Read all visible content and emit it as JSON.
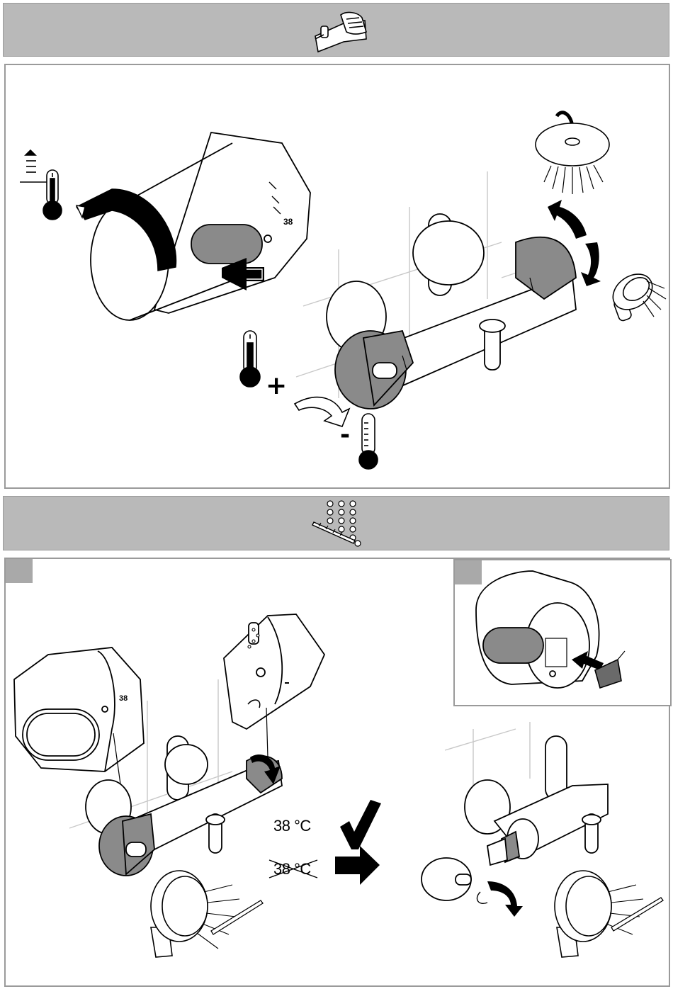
{
  "sections": {
    "operation": {
      "header_icon": "shower-bar-grip-icon"
    },
    "adjustment": {
      "header_icon": "dotted-thermometer-calibration-icon"
    }
  },
  "labels": {
    "temp_correct": "38 °C",
    "temp_crossed": "38 °C",
    "plus_sign": "+",
    "minus_sign": "-"
  },
  "dial_marking": "38",
  "colors": {
    "band": "#b9b9b9",
    "border": "#9a9a9a",
    "knob": "#8a8a8a",
    "ink": "#000000"
  }
}
